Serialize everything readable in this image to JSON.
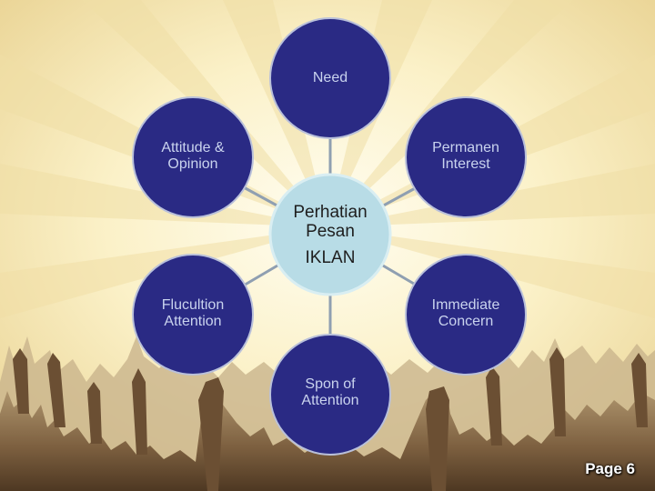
{
  "diagram": {
    "center": {
      "line1": "Perhatian",
      "line2": "Pesan",
      "line3": "IKLAN"
    },
    "nodes": [
      {
        "id": "need",
        "text": "Need"
      },
      {
        "id": "permanen-interest",
        "line1": "Permanen",
        "line2": "Interest"
      },
      {
        "id": "immediate-concern",
        "line1": "Immediate",
        "line2": "Concern"
      },
      {
        "id": "spon-of-attention",
        "line1": "Spon of",
        "line2": "Attention"
      },
      {
        "id": "flucultion-attention",
        "line1": "Flucultion",
        "line2": "Attention"
      },
      {
        "id": "attitude-opinion",
        "line1": "Attitude &",
        "line2": "Opinion"
      }
    ]
  },
  "footer": {
    "page_label": "Page 6"
  },
  "colors": {
    "node_fill": "#2a2a84",
    "node_border": "#b9c0da",
    "center_fill": "#b8dce6",
    "connector": "#8f9fb1",
    "background_light": "#fdf6d2",
    "background_ray": "#efdca0",
    "crowd": "#6a5034"
  }
}
